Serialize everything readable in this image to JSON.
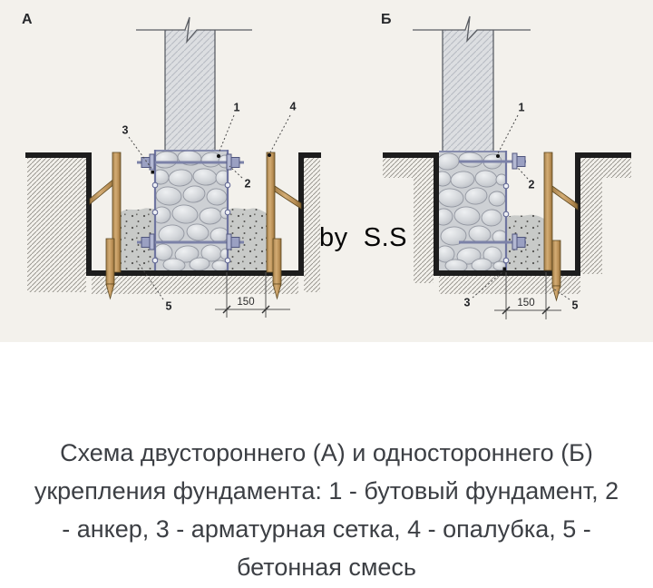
{
  "figure": {
    "label_a": "А",
    "label_b": "Б",
    "callout_1": "1",
    "callout_2": "2",
    "callout_3": "3",
    "callout_4": "4",
    "callout_5": "5",
    "dim_mm": "150",
    "watermark": "by  S.S"
  },
  "caption": {
    "lines": [
      "Схема двустороннего (А) и одностороннего (Б)",
      "укрепления фундамента: 1 - бутовый фундамент, 2",
      "- анкер, 3 - арматурная сетка, 4 - опалубка, 5 -",
      "бетонная смесь"
    ]
  },
  "colors": {
    "canvas_bg": "#f3f1ec",
    "page_bg": "#ffffff",
    "ink": "#1d1d1d",
    "wood": "#c8a268",
    "rebar": "#7c82a8",
    "caption_text": "#3c3f44"
  }
}
